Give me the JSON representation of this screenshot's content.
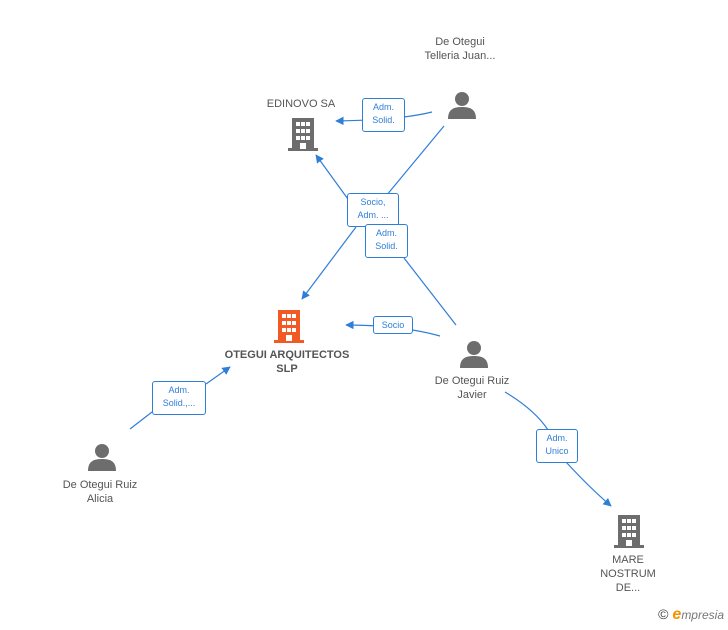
{
  "nodes": {
    "otegui_arquitectos": {
      "label": "OTEGUI ARQUITECTOS SLP",
      "type": "company",
      "main": true
    },
    "edinovo": {
      "label": "EDINOVO SA",
      "type": "company"
    },
    "telleria": {
      "label": "De Otegui Telleria Juan...",
      "type": "person"
    },
    "ruiz_javier": {
      "label": "De Otegui Ruiz Javier",
      "type": "person"
    },
    "ruiz_alicia": {
      "label": "De Otegui Ruiz Alicia",
      "type": "person"
    },
    "mare_nostrum": {
      "label": "MARE NOSTRUM DE...",
      "type": "company"
    }
  },
  "edges": [
    {
      "from": "telleria",
      "to": "edinovo",
      "label": "Adm. Solid."
    },
    {
      "from": "telleria",
      "to": "otegui_arquitectos",
      "label": "Socio, Adm. ..."
    },
    {
      "from": "ruiz_javier",
      "to": "edinovo",
      "label": "Adm. Solid."
    },
    {
      "from": "ruiz_javier",
      "to": "otegui_arquitectos",
      "label": "Socio"
    },
    {
      "from": "ruiz_alicia",
      "to": "otegui_arquitectos",
      "label": "Adm. Solid.,..."
    },
    {
      "from": "ruiz_javier",
      "to": "mare_nostrum",
      "label": "Adm. Unico"
    }
  ],
  "colors": {
    "edge": "#2f7ed8",
    "company": "#6d6d6d",
    "main_company": "#f15a24",
    "person": "#6d6d6d"
  },
  "brand": {
    "copyright": "©",
    "initial": "e",
    "rest": "mpresia"
  }
}
